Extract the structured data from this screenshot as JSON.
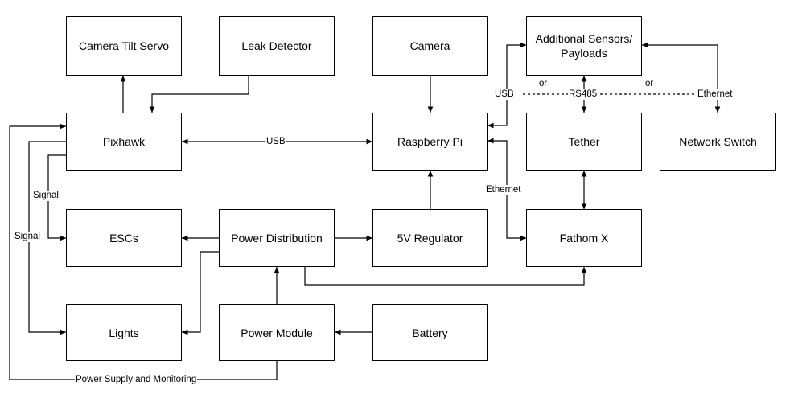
{
  "nodes": {
    "camera_tilt_servo": "Camera Tilt Servo",
    "leak_detector": "Leak Detector",
    "camera": "Camera",
    "additional_sensors": "Additional Sensors/\nPayloads",
    "pixhawk": "Pixhawk",
    "raspberry_pi": "Raspberry Pi",
    "tether": "Tether",
    "network_switch": "Network Switch",
    "escs": "ESCs",
    "power_distribution": "Power Distribution",
    "regulator_5v": "5V Regulator",
    "fathom_x": "Fathom X",
    "lights": "Lights",
    "power_module": "Power Module",
    "battery": "Battery"
  },
  "labels": {
    "usb_pixhawk_pi": "USB",
    "usb_sensors": "USB",
    "or_left": "or",
    "rs485": "RS485",
    "or_right": "or",
    "ethernet_switch": "Ethernet",
    "ethernet_pi": "Ethernet",
    "signal_escs": "Signal",
    "signal_lights": "Signal",
    "power_supply": "Power Supply and Monitoring"
  }
}
